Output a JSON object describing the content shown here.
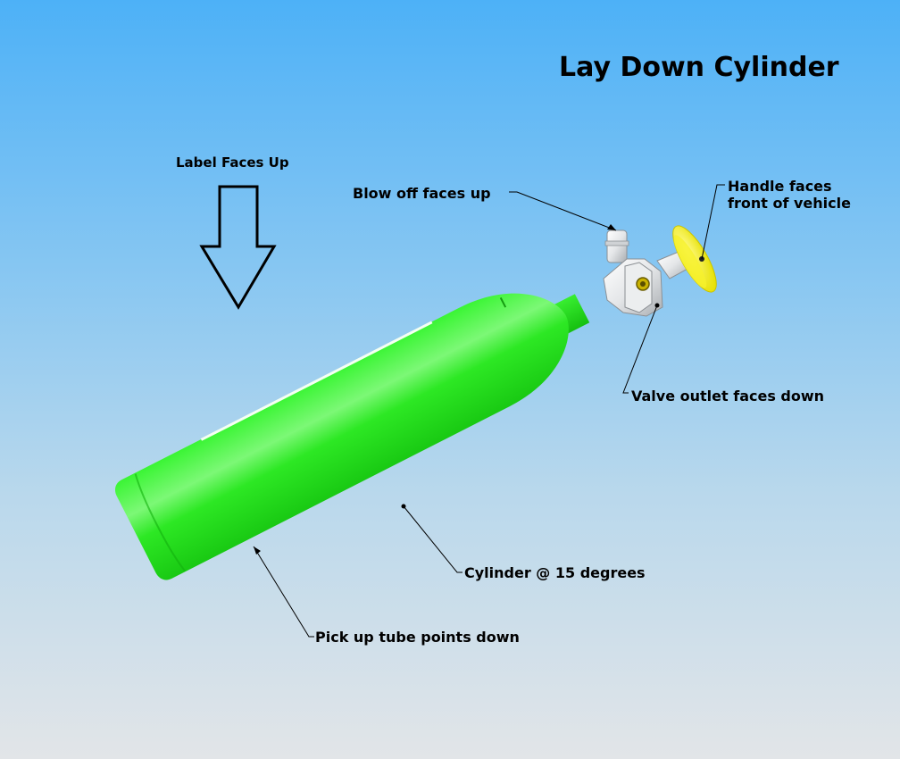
{
  "title": "Lay Down Cylinder",
  "annotations": {
    "label_faces_up": "Label Faces Up",
    "blow_off": "Blow off faces up",
    "handle_line1": "Handle faces",
    "handle_line2": "front of vehicle",
    "valve_outlet": "Valve outlet faces down",
    "cylinder_angle": "Cylinder @ 15 degrees",
    "pickup_tube": "Pick up tube points down"
  },
  "colors": {
    "cylinder": "#22e81a",
    "handle": "#f2f22a",
    "valve": "#e8e8e8"
  }
}
